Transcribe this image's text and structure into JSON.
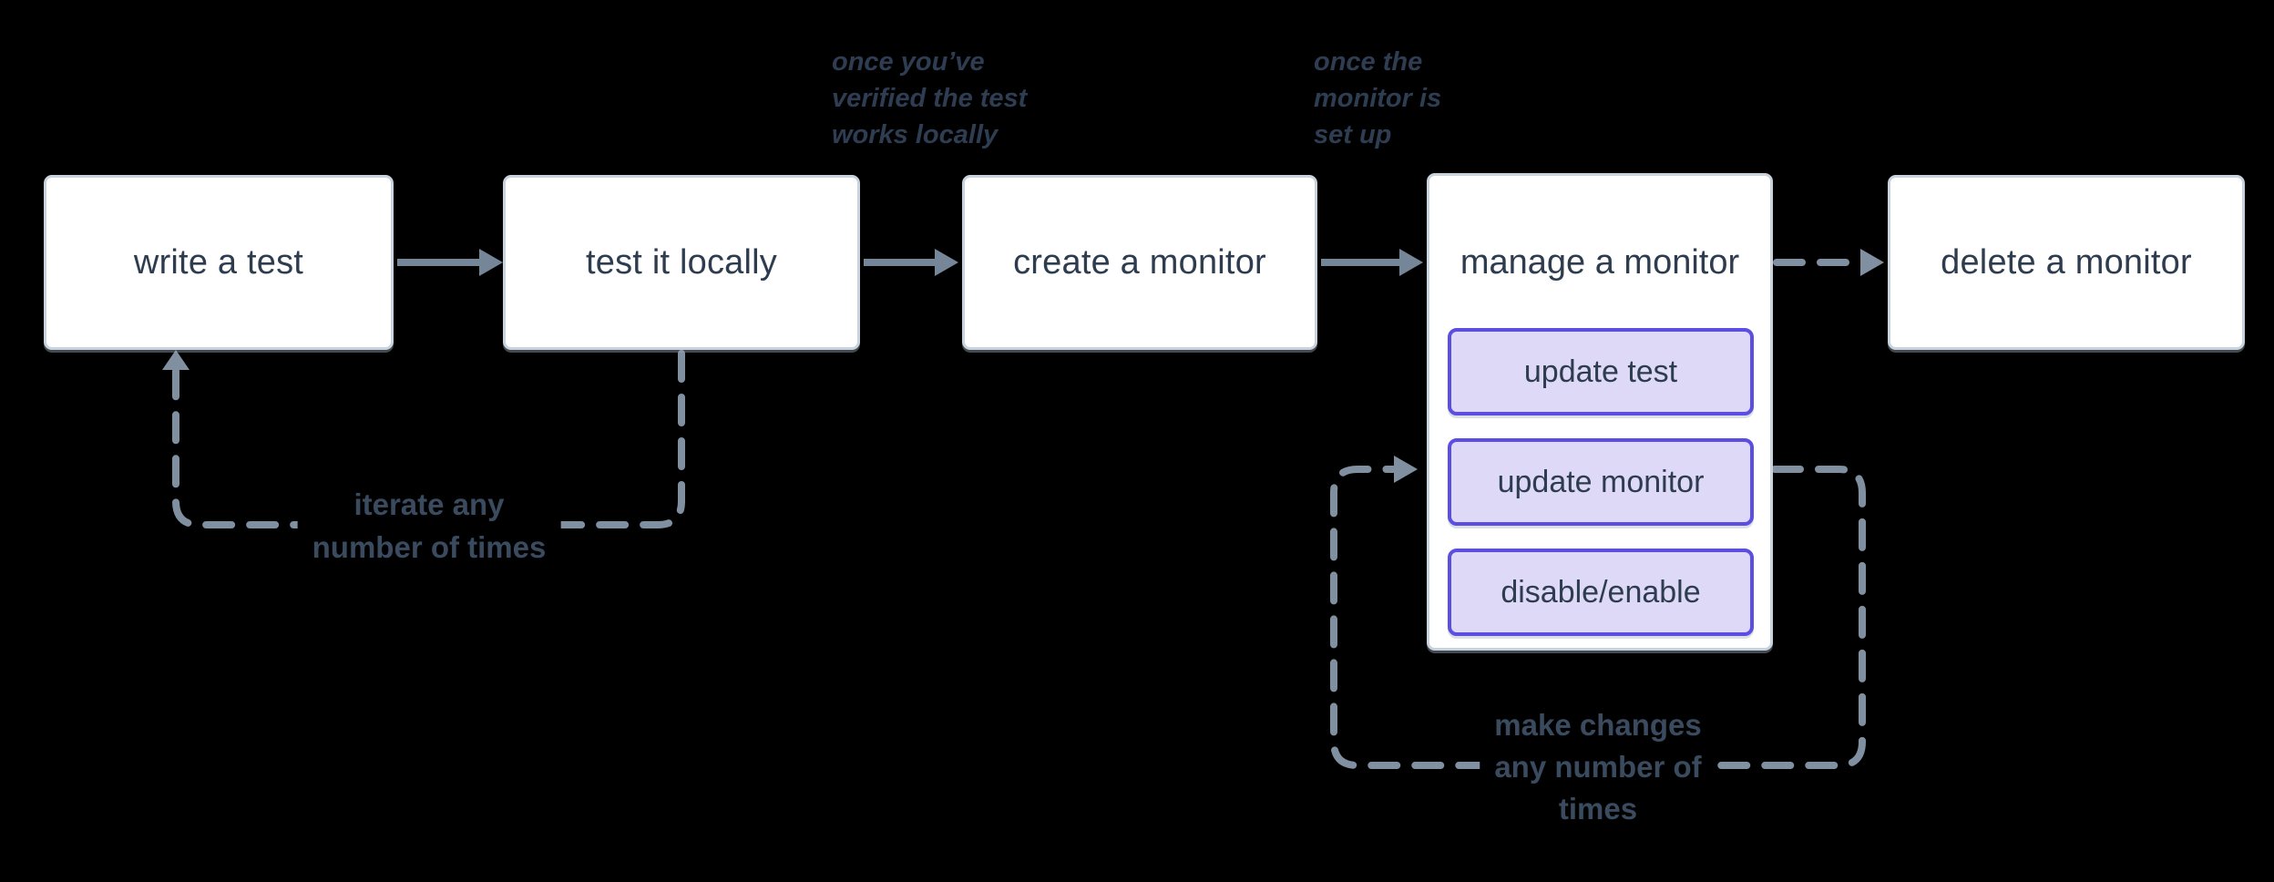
{
  "nodes": {
    "write_test": "write a test",
    "test_locally": "test it locally",
    "create_monitor": "create a monitor",
    "manage_monitor": "manage a monitor",
    "delete_monitor": "delete a monitor",
    "actions": [
      {
        "label": "update test"
      },
      {
        "label": "update monitor"
      },
      {
        "label": "disable/enable"
      }
    ]
  },
  "annotations": {
    "after_local_test": "once you’ve\nverified the test\nworks locally",
    "after_monitor_setup": "once the\nmonitor is\nset up",
    "iterate_loop": "iterate any\nnumber of times",
    "manage_loop": "make changes\nany number of\ntimes"
  },
  "colors": {
    "background": "#000000",
    "node_fill": "#ffffff",
    "node_border": "#c9d3de",
    "node_text": "#2e3c4f",
    "action_fill": "#ded9f7",
    "action_border": "#5b4ee0",
    "arrow_solid": "#758699",
    "arrow_dashed": "#8190a0",
    "annotation_text": "#2e3d52",
    "loop_label_text": "#3a4b5f"
  }
}
